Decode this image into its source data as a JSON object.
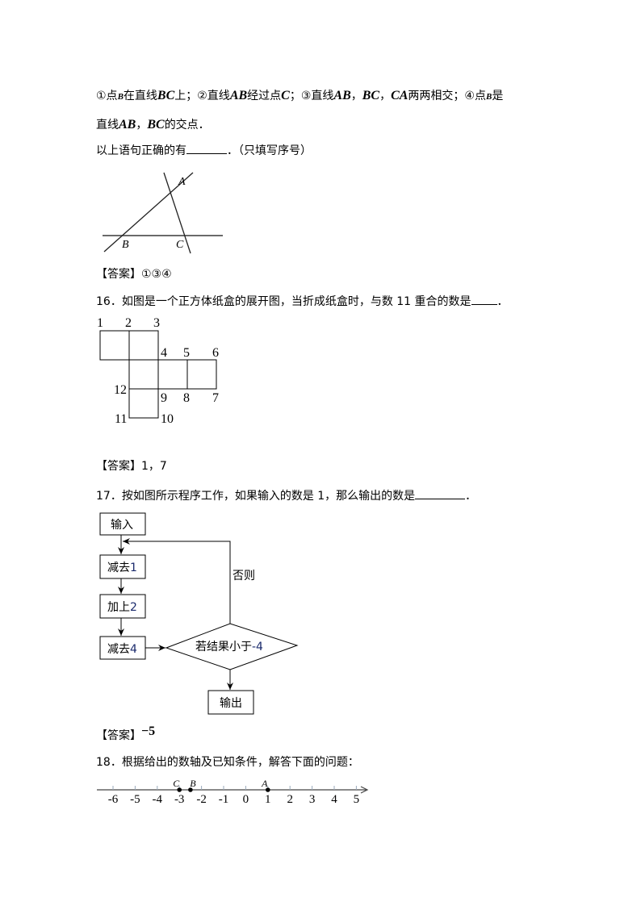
{
  "q15": {
    "s1": "①点",
    "B1": "B",
    "s2": "在直线",
    "BC1": "BC",
    "s3": "上；②直线",
    "AB1": "AB",
    "s4": "经过点",
    "C1": "C",
    "s5": "；③直线",
    "AB2": "AB",
    "comma1": "，",
    "BC2": "BC",
    "comma2": "，",
    "CA": "CA",
    "s6": "两两相交；④点",
    "B2": "B",
    "s7": "是",
    "l2a": "直线",
    "AB3": "AB",
    "comma3": "，",
    "BC3": "BC",
    "l2b": "的交点．",
    "l3a": "以上语句正确的有",
    "l3b": "．（只填写序号）",
    "figure_labels": {
      "A": "A",
      "B": "B",
      "C": "C"
    },
    "answer_label": "【答案】",
    "answer": "①③④"
  },
  "q16": {
    "question": "16．如图是一个正方体纸盒的展开图，当折成纸盒时，与数 11 重合的数是",
    "end": "．",
    "net_numbers": [
      "1",
      "2",
      "3",
      "4",
      "5",
      "6",
      "7",
      "8",
      "9",
      "10",
      "11",
      "12"
    ],
    "answer_label": "【答案】",
    "answer": "1，7"
  },
  "q17": {
    "question": "17．按如图所示程序工作，如果输入的数是 1，那么输出的数是",
    "end": "．",
    "flow": {
      "input": "输入",
      "step1a": "减去",
      "step1b": "1",
      "step2a": "加上",
      "step2b": "2",
      "step3a": "减去",
      "step3b": "4",
      "condition_a": "若结果小于",
      "condition_b": "-4",
      "else": "否则",
      "output": "输出"
    },
    "answer_label": "【答案】",
    "answer": "−5"
  },
  "q18": {
    "question": "18．根据给出的数轴及已知条件，解答下面的问题：",
    "ticks": [
      "-6",
      "-5",
      "-4",
      "-3",
      "-2",
      "-1",
      "0",
      "1",
      "2",
      "3",
      "4",
      "5"
    ],
    "points": [
      {
        "label": "C",
        "value": -3
      },
      {
        "label": "B",
        "value": -2.5
      },
      {
        "label": "A",
        "value": 1
      }
    ]
  }
}
